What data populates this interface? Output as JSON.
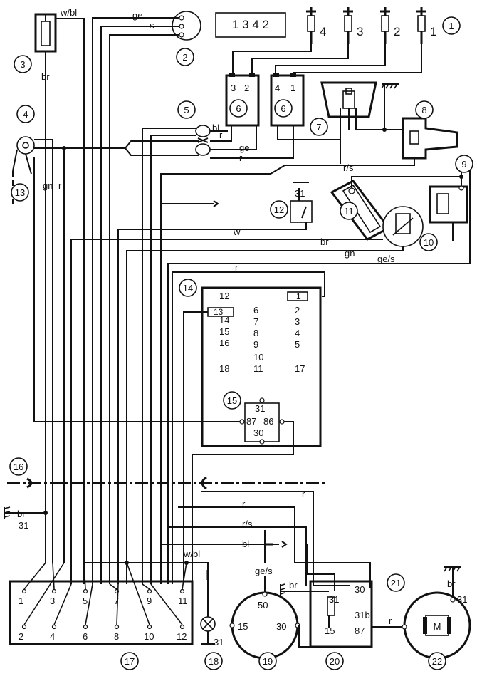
{
  "callouts": [
    "1",
    "2",
    "3",
    "4",
    "5",
    "6",
    "6",
    "7",
    "8",
    "9",
    "10",
    "11",
    "12",
    "13",
    "14",
    "15",
    "16",
    "17",
    "18",
    "19",
    "20",
    "21",
    "22"
  ],
  "spark_plug_numbers": [
    "4",
    "3",
    "2",
    "1"
  ],
  "firing_order": "1 3 4 2",
  "wire_labels": {
    "w_bl_top": "w/bl",
    "ge_top": "ge",
    "s_top": "s",
    "br_left": "br",
    "gn_left": "gn",
    "r_left": "r",
    "bl_5": "bl",
    "r_5a": "r",
    "ge_5": "ge",
    "r_5b": "r",
    "r_s_coil": "r/s",
    "w_mid": "w",
    "br_mid": "br",
    "gn_mid": "gn",
    "ge_s_mid": "ge/s",
    "r_14": "r",
    "br_ground": "br",
    "ground_31_left": "31",
    "r_lower1": "r",
    "r_lower2": "r",
    "r_s_lower": "r/s",
    "bl_lower": "bl",
    "w_bl_lower": "w/bl",
    "ge_s_lower": "ge/s",
    "br_20": "br",
    "br_22": "br",
    "r_22": "r"
  },
  "coil_terminals": {
    "left": [
      "3",
      "2"
    ],
    "right": [
      "4",
      "1"
    ]
  },
  "switch12_terminal": "31",
  "module14": {
    "col1": [
      "12",
      "14",
      "15",
      "16",
      "18"
    ],
    "col2": [
      "6",
      "7",
      "8",
      "9",
      "10",
      "11"
    ],
    "col3": [
      "2",
      "3",
      "4",
      "5",
      "17"
    ],
    "connector1": "1",
    "connector13": "13"
  },
  "relay15": {
    "top": "31",
    "left": "87",
    "right": "86",
    "bottom": "30"
  },
  "connector17_pins": [
    "1",
    "3",
    "5",
    "7",
    "9",
    "11",
    "2",
    "4",
    "6",
    "8",
    "10",
    "12"
  ],
  "lamp18_terminal": "31",
  "unit19_terminals": {
    "top": "50",
    "left": "15",
    "right": "30"
  },
  "relay20_terminals": {
    "tl": "31",
    "tr": "30",
    "mid": "31b",
    "bl": "15",
    "br": "87"
  },
  "motor22": {
    "label": "M",
    "terminal": "31"
  }
}
